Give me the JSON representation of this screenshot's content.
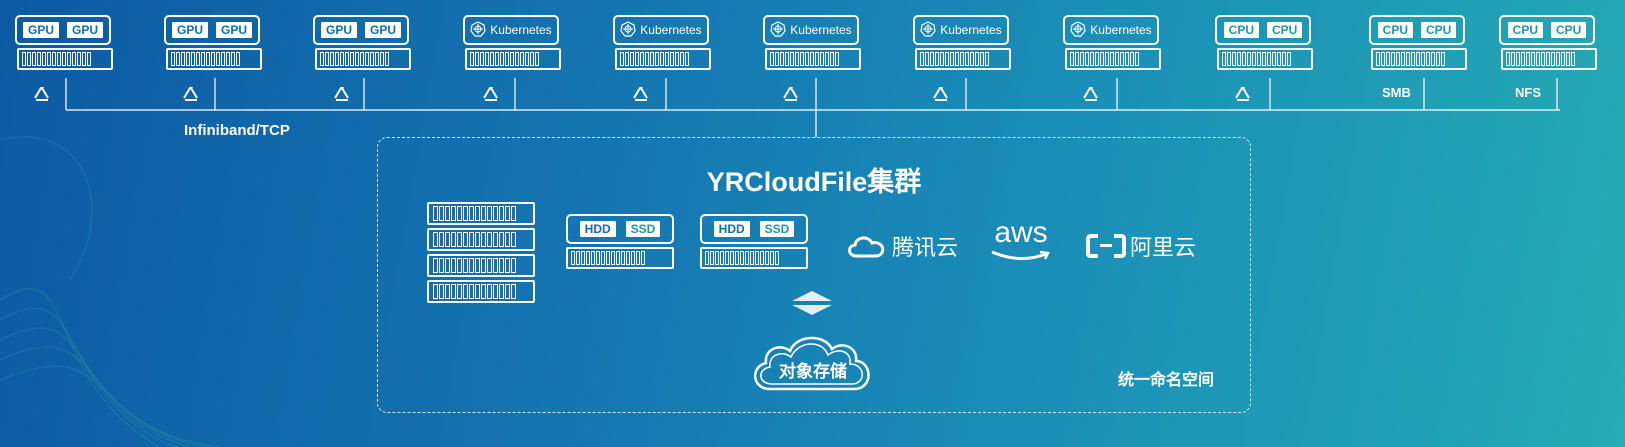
{
  "nodes": [
    {
      "type": "chips",
      "chips": [
        "GPU",
        "GPU"
      ]
    },
    {
      "type": "chips",
      "chips": [
        "GPU",
        "GPU"
      ]
    },
    {
      "type": "chips",
      "chips": [
        "GPU",
        "GPU"
      ]
    },
    {
      "type": "k8s",
      "label": "Kubernetes"
    },
    {
      "type": "k8s",
      "label": "Kubernetes"
    },
    {
      "type": "k8s",
      "label": "Kubernetes"
    },
    {
      "type": "k8s",
      "label": "Kubernetes"
    },
    {
      "type": "k8s",
      "label": "Kubernetes"
    },
    {
      "type": "chips",
      "chips": [
        "CPU",
        "CPU"
      ]
    },
    {
      "type": "chips",
      "chips": [
        "CPU",
        "CPU"
      ]
    },
    {
      "type": "chips",
      "chips": [
        "CPU",
        "CPU"
      ]
    }
  ],
  "labels": {
    "network": "Infiniband/TCP",
    "smb": "SMB",
    "nfs": "NFS"
  },
  "cluster": {
    "title": "YRCloudFile集群",
    "namespace": "统一命名空间",
    "devices": [
      {
        "chips": [
          "HDD",
          "SSD"
        ]
      },
      {
        "chips": [
          "HDD",
          "SSD"
        ]
      }
    ],
    "clouds": {
      "tencent": "腾讯云",
      "aws": "aws",
      "aliyun": "阿里云"
    },
    "object_storage": "对象存储"
  },
  "colors": {
    "bg_start": "#0d5aa3",
    "bg_end": "#26aab4",
    "chip_text": "#0f6fae"
  }
}
